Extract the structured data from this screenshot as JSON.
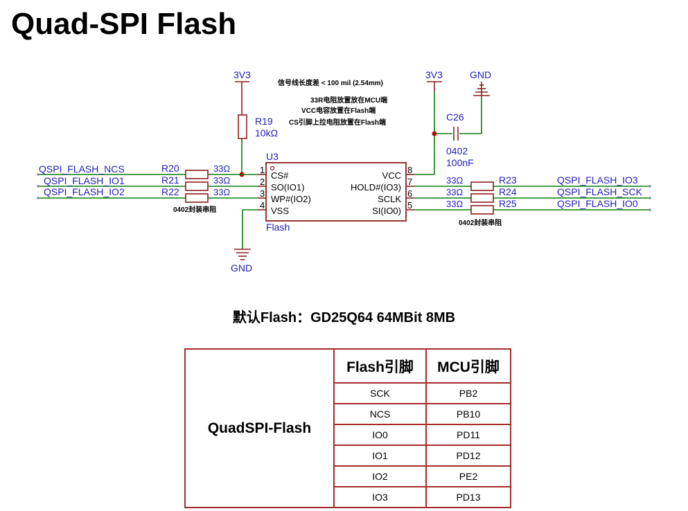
{
  "title": "Quad-SPI Flash",
  "notes": {
    "length_match": "信号线长度差 < 100 mil (2.54mm)",
    "r33": "33R电阻放置放在MCU端",
    "vcc_cap": "VCC电容放置在Flash端",
    "cs_pullup": "CS引脚上拉电阻放置在Flash端",
    "left_pkg": "0402封装串阻",
    "right_pkg": "0402封装串阻"
  },
  "power": {
    "left_3v3": "3V3",
    "right_3v3": "3V3",
    "gnd_top": "GND",
    "gnd_bottom": "GND"
  },
  "r19": {
    "ref": "R19",
    "value": "10kΩ"
  },
  "c26": {
    "ref": "C26",
    "package": "0402",
    "value": "100nF"
  },
  "u3": {
    "ref": "U3",
    "name": "Flash"
  },
  "left_pins": [
    {
      "num": "1",
      "name": "CS#"
    },
    {
      "num": "2",
      "name": "SO(IO1)"
    },
    {
      "num": "3",
      "name": "WP#(IO2)"
    },
    {
      "num": "4",
      "name": "VSS"
    }
  ],
  "right_pins": [
    {
      "num": "8",
      "name": "VCC"
    },
    {
      "num": "7",
      "name": "HOLD#(IO3)"
    },
    {
      "num": "6",
      "name": "SCLK"
    },
    {
      "num": "5",
      "name": "SI(IO0)"
    }
  ],
  "left_nets": [
    {
      "net": "QSPI_FLASH_NCS",
      "res": "R20",
      "val": "33Ω"
    },
    {
      "net": "QSPI_FLASH_IO1",
      "res": "R21",
      "val": "33Ω"
    },
    {
      "net": "QSPI_FLASH_IO2",
      "res": "R22",
      "val": "33Ω"
    }
  ],
  "right_nets": [
    {
      "net": "QSPI_FLASH_IO3",
      "res": "R23",
      "val": "33Ω"
    },
    {
      "net": "QSPI_FLASH_SCK",
      "res": "R24",
      "val": "33Ω"
    },
    {
      "net": "QSPI_FLASH_IO0",
      "res": "R25",
      "val": "33Ω"
    }
  ],
  "subtitle": "默认Flash：GD25Q64 64MBit 8MB",
  "table": {
    "group": "QuadSPI-Flash",
    "headers": [
      "Flash引脚",
      "MCU引脚"
    ],
    "rows": [
      [
        "SCK",
        "PB2"
      ],
      [
        "NCS",
        "PB10"
      ],
      [
        "IO0",
        "PD11"
      ],
      [
        "IO1",
        "PD12"
      ],
      [
        "IO2",
        "PE2"
      ],
      [
        "IO3",
        "PD13"
      ]
    ]
  }
}
